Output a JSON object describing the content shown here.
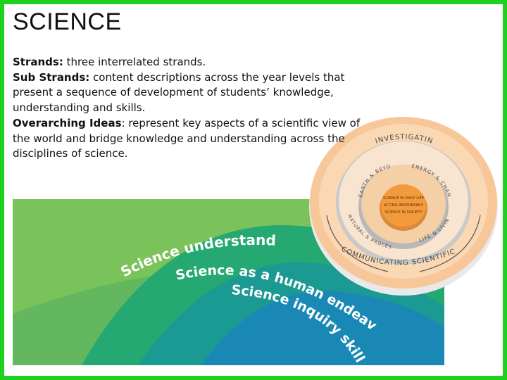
{
  "slide": {
    "title": "SCIENCE",
    "strands_label": "Strands:",
    "strands_text": "  three interrelated strands.",
    "substrands_label": "Sub Strands:",
    "substrands_text": " content descriptions across the year levels that present a sequence of development of students’ knowledge, understanding and skills.",
    "overarching_label": "Overarching Ideas",
    "overarching_text": ": represent key aspects of a scientific view of the world and bridge knowledge and understanding across the disciplines of science."
  },
  "fan_diagram": {
    "strand_1": "Science understanding",
    "strand_2": "Science as a human endeavour",
    "strand_3": "Science inquiry skills"
  },
  "circle_diagram": {
    "outer_top": "INVESTIGATING",
    "outer_bottom": "COMMUNICATING SCIENTIFICALLY",
    "middle_1": "EARTH & BEYOND",
    "middle_2": "ENERGY & CHANGE",
    "middle_3": "NATURAL & PROCESSED MATERIALS",
    "middle_4": "LIFE & LIVING",
    "core_1": "SCIENCE IN DAILY LIFE",
    "core_2": "ACTING RESPONSIBLY",
    "core_3": "SCIENCE IN SOCIETY"
  }
}
